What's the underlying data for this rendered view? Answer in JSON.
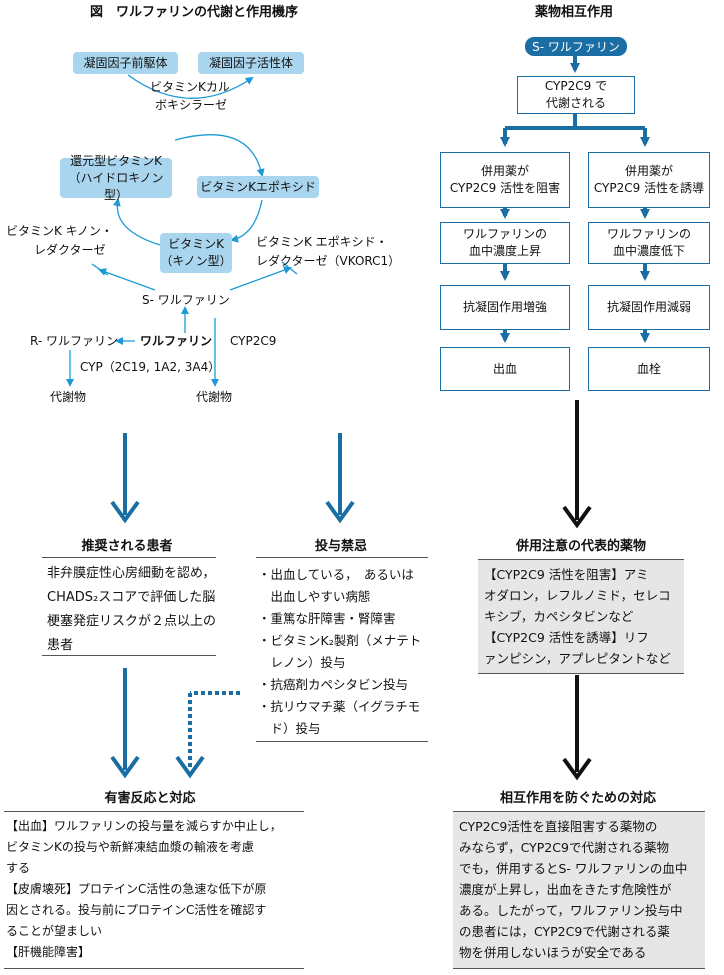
{
  "left_title": "図　ワルファリンの代謝と作用機序",
  "right_title": "薬物相互作用",
  "mechanism": {
    "precursor": "凝固因子前駆体",
    "active": "凝固因子活性体",
    "carboxylase_1": "ビタミンKカル",
    "carboxylase_2": "ボキシラーゼ",
    "reduced_1": "還元型ビタミンK",
    "reduced_2": "（ハイドロキノン型）",
    "epoxide": "ビタミンKエポキシド",
    "quinone_1": "ビタミンK",
    "quinone_2": "（キノン型）",
    "quinone_reductase_1": "ビタミンK キノン・",
    "quinone_reductase_2": "レダクターゼ",
    "epoxide_reductase_1": "ビタミンK エポキシド・",
    "epoxide_reductase_2": "レダクターゼ（VKORC1）",
    "s_warfarin": "S- ワルファリン",
    "warfarin": "ワルファリン",
    "r_warfarin": "R- ワルファリン",
    "cyp2c9": "CYP2C9",
    "cyp_other": "CYP（2C19, 1A2, 3A4）",
    "metabolite_left": "代謝物",
    "metabolite_right": "代謝物"
  },
  "interaction": {
    "start": "S- ワルファリン",
    "cyp_1": "CYP2C9 で",
    "cyp_2": "代謝される",
    "inhibit_1": "併用薬が",
    "inhibit_2": "CYP2C9 活性を阻害",
    "induce_1": "併用薬が",
    "induce_2": "CYP2C9 活性を誘導",
    "rise_1": "ワルファリンの",
    "rise_2": "血中濃度上昇",
    "fall_1": "ワルファリンの",
    "fall_2": "血中濃度低下",
    "up_effect": "抗凝固作用増強",
    "down_effect": "抗凝固作用減弱",
    "bleeding": "出血",
    "thrombus": "血栓"
  },
  "recommended": {
    "heading": "推奨される患者",
    "body": "非弁膜症性心房細動を認め，CHADS₂スコアで評価した脳梗塞発症リスクが２点以上の患者"
  },
  "contraindication": {
    "heading": "投与禁忌",
    "items": [
      "・出血している，　あるいは",
      "　出血しやすい病態",
      "・重篤な肝障害・腎障害",
      "・ビタミンK₂製剤（メナテト",
      "　レノン）投与",
      "・抗癌剤カペシタビン投与",
      "・抗リウマチ薬（イグラチモ",
      "　ド）投与"
    ]
  },
  "representative": {
    "heading": "併用注意の代表的薬物",
    "line1": "【CYP2C9 活性を阻害】アミ",
    "line2": "オダロン，レフルノミド，セレコ",
    "line3": "キシブ，カペシタビンなど",
    "line4": "【CYP2C9 活性を誘導】リフ",
    "line5": "ァンピシン，アプレピタントなど"
  },
  "adverse": {
    "heading": "有害反応と対応",
    "lines": [
      "【出血】ワルファリンの投与量を減らすか中止し，",
      "ビタミンKの投与や新鮮凍結血漿の輸液を考慮",
      "する",
      "【皮膚壊死】プロテインC活性の急速な低下が原",
      "因とされる。投与前にプロテインC活性を確認す",
      "ることが望ましい",
      "【肝機能障害】"
    ]
  },
  "prevention": {
    "heading": "相互作用を防ぐための対応",
    "lines": [
      "CYP2C9活性を直接阻害する薬物の",
      "みならず，CYP2C9で代謝される薬物",
      "でも，併用するとS- ワルファリンの血中",
      "濃度が上昇し，出血をきたす危険性が",
      "ある。したがって，ワルファリン投与中",
      "の患者には，CYP2C9で代謝される薬",
      "物を併用しないほうが安全である"
    ]
  },
  "colors": {
    "light_blue": "#a9d6ee",
    "dark_blue": "#1b6ea3",
    "gray_panel": "#e6e6e6"
  }
}
